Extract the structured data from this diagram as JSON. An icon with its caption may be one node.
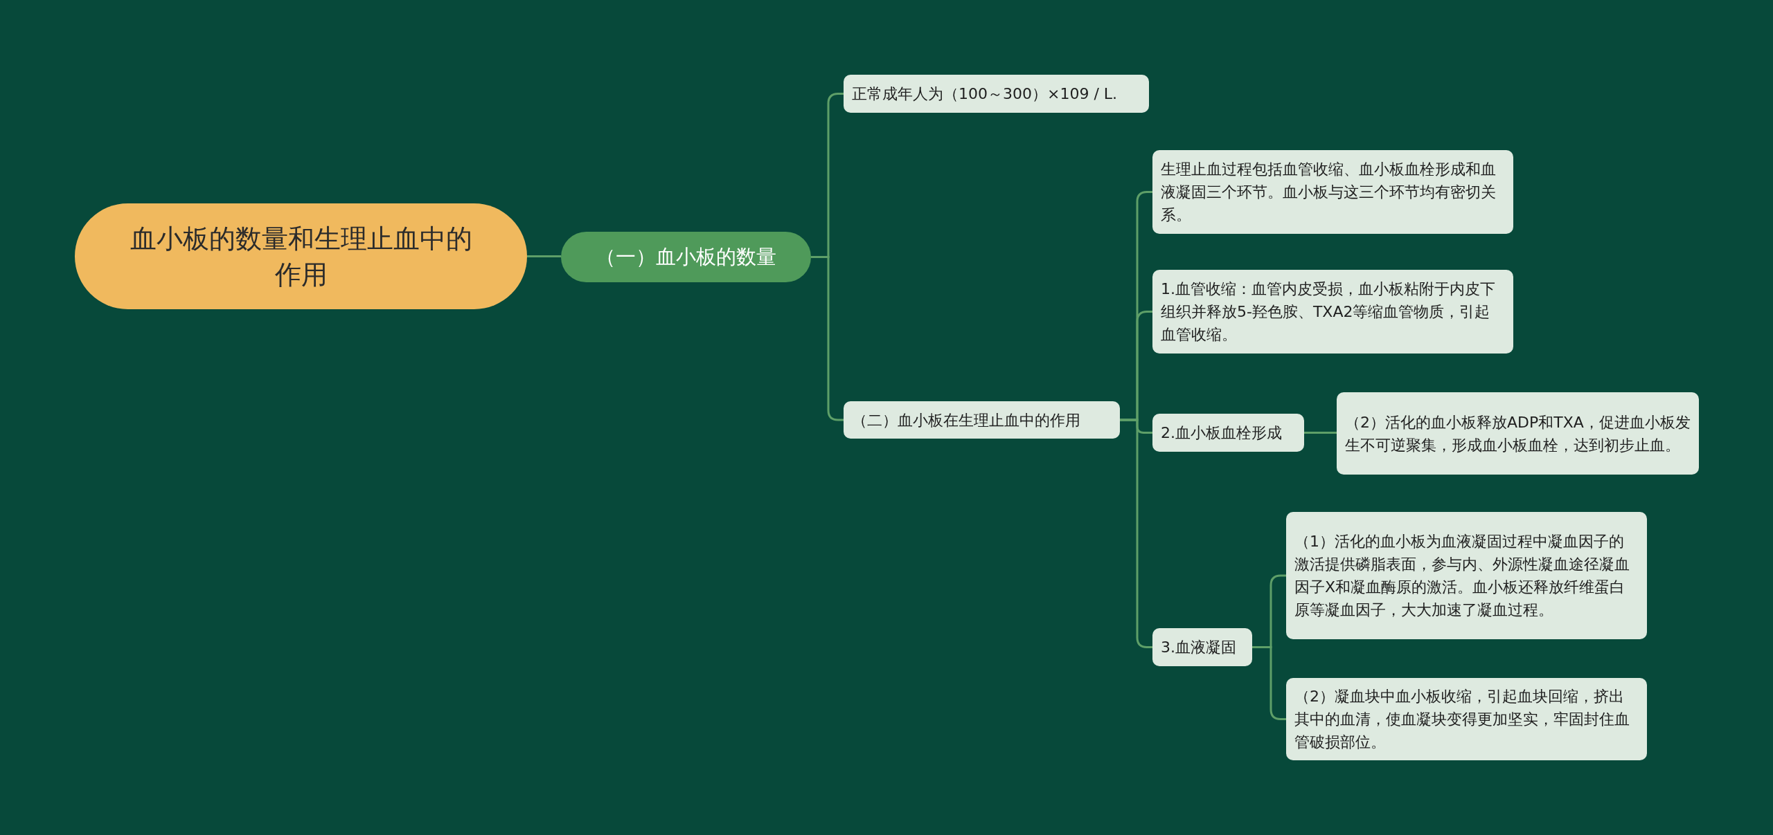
{
  "diagram": {
    "nodes": [
      {
        "text": [
          "血小板的数量和生理止血中的作用"
        ]
      },
      {
        "text": [
          "（一）血小板的数量"
        ]
      },
      {
        "text": [
          "正常成年人为（100～300）×109 / L."
        ]
      },
      {
        "text": [
          "（二）血小板在生理止血中的作用"
        ]
      },
      {
        "text": [
          "生理止血过程包括血管收缩、血小板血栓形成和血液凝固三个环节。血小板与这三个环节均有密切关系。"
        ]
      },
      {
        "text": [
          "1.血管收缩：血管内皮受损，血小板粘附于内皮下组织并释放5-羟色胺、TXA2等缩血管物质，引起血管收缩。"
        ]
      },
      {
        "text": [
          "2.血小板血栓形成"
        ]
      },
      {
        "text": [
          "（2）活化的血小板释放ADP和TXA，促进血小板发生不可逆聚集，形成血小板血栓，达到初步止血。"
        ]
      },
      {
        "text": [
          "3.血液凝固"
        ]
      },
      {
        "text": [
          "（1）活化的血小板为血液凝固过程中凝血因子的激活提供磷脂表面，参与内、外源性凝血途径凝血因子X和凝血酶原的激活。血小板还释放纤维蛋白原等凝血因子，大大加速了凝血过程。"
        ]
      },
      {
        "text": [
          "（2）凝血块中血小板收缩，引起血块回缩，挤出其中的血清，使血凝块变得更加坚实，牢固封住血管破损部位。"
        ]
      }
    ],
    "edges": [
      {
        "from": 0,
        "to": 1,
        "arrow": "none"
      },
      {
        "from": 1,
        "to": 2,
        "arrow": "none"
      },
      {
        "from": 1,
        "to": 3,
        "arrow": "none"
      },
      {
        "from": 3,
        "to": 4,
        "arrow": "none"
      },
      {
        "from": 3,
        "to": 5,
        "arrow": "none"
      },
      {
        "from": 3,
        "to": 6,
        "arrow": "none"
      },
      {
        "from": 3,
        "to": 8,
        "arrow": "none"
      },
      {
        "from": 6,
        "to": 7,
        "arrow": "none"
      },
      {
        "from": 8,
        "to": 9,
        "arrow": "none"
      },
      {
        "from": 8,
        "to": 10,
        "arrow": "none"
      }
    ]
  }
}
